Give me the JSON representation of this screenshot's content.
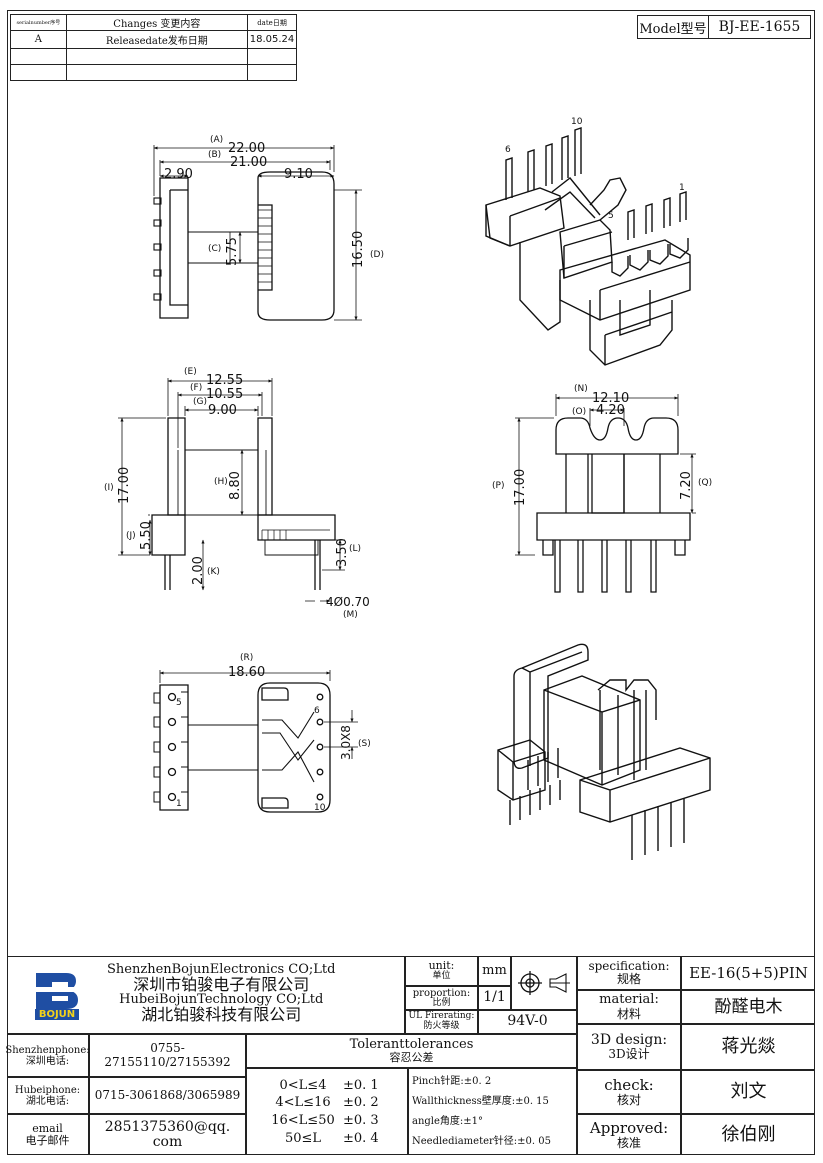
{
  "revision_table": {
    "headers": [
      "serialnumber序号",
      "Changes 变更内容",
      "date日期"
    ],
    "rows": [
      {
        "serial": "A",
        "change": "Releasedate发布日期",
        "date": "18.05.24"
      },
      {
        "serial": "",
        "change": "",
        "date": ""
      },
      {
        "serial": "",
        "change": "",
        "date": ""
      }
    ]
  },
  "model": {
    "label": "Model型号",
    "value": "BJ-EE-1655"
  },
  "top_view": {
    "A_tag": "(A)",
    "A_val": "22.00",
    "B_tag": "(B)",
    "B_val": "21.00",
    "left_val": "2.90",
    "right_val": "9.10",
    "C_tag": "(C)",
    "C_val": "5.75",
    "D_val": "16.50",
    "D_tag": "(D)"
  },
  "side_view": {
    "E_tag": "(E)",
    "E_val": "12.55",
    "F_tag": "(F)",
    "F_val": "10.55",
    "G_tag": "(G)",
    "G_val": "9.00",
    "H_tag": "(H)",
    "H_val": "8.80",
    "I_tag": "(I)",
    "I_val": "17.00",
    "J_tag": "(J)",
    "J_val": "5.50",
    "K_val": "2.00",
    "K_tag": "(K)",
    "L_val": "3.50",
    "L_tag": "(L)",
    "M_val": "4Ø0.70",
    "M_tag": "(M)"
  },
  "front_view": {
    "N_tag": "(N)",
    "N_val": "12.10",
    "O_tag": "(O)",
    "O_val": "4.20",
    "P_tag": "(P)",
    "P_val": "17.00",
    "Q_val": "7.20",
    "Q_tag": "(Q)"
  },
  "bottom_view": {
    "R_tag": "(R)",
    "R_val": "18.60",
    "S_val": "3.0X8",
    "S_tag": "(S)",
    "pin_5": "5",
    "pin_6": "6",
    "pin_10": "10",
    "pin_1": "1"
  },
  "iso_pins": {
    "p6": "6",
    "p10": "10",
    "p5": "5",
    "p1": "1"
  },
  "company": {
    "name_en_1": "ShenzhenBojunElectronics CO;Ltd",
    "name_cn_1": "深圳市铂骏电子有限公司",
    "name_en_2": "HubeiBojunTechnology CO;Ltd",
    "name_cn_2": "湖北铂骏科技有限公司",
    "logo_text": "BOJUN"
  },
  "unit": {
    "label": "unit:",
    "label_cn": "单位",
    "value": "mm"
  },
  "proportion": {
    "label": "proportion:",
    "label_cn": "比例",
    "value": "1/1"
  },
  "firerating": {
    "label": "UL Firerating:",
    "label_cn": "防火等级",
    "value": "94V-0"
  },
  "specification": {
    "label": "specification:",
    "label_cn": "规格",
    "value": "EE-16(5+5)PIN"
  },
  "material": {
    "label": "material:",
    "label_cn": "材料",
    "value": "酚醛电木"
  },
  "design": {
    "label": "3D design:",
    "label_cn": "3D设计",
    "value": "蒋光燚"
  },
  "check": {
    "label": "check:",
    "label_cn": "核对",
    "value": "刘文"
  },
  "approved": {
    "label": "Approved:",
    "label_cn": "核准",
    "value": "徐伯刚"
  },
  "contacts": {
    "shenzhen_label": "Shenzhenphone:",
    "shenzhen_label_cn": "深圳电话:",
    "shenzhen_value": "0755-27155110/27155392",
    "hubei_label": "Hubeiphone:",
    "hubei_label_cn": "湖北电话:",
    "hubei_value": "0715-3061868/3065989",
    "email_label": "email",
    "email_label_cn": "电子邮件",
    "email_value": "2851375360@qq. com"
  },
  "tolerances": {
    "title": "Toleranttolerances",
    "title_cn": "容忍公差",
    "ranges": [
      {
        "range": "0<L≤4",
        "tol": "±0. 1"
      },
      {
        "range": "4<L≤16",
        "tol": "±0. 2"
      },
      {
        "range": "16<L≤50",
        "tol": "±0. 3"
      },
      {
        "range": "50≤L",
        "tol": "±0. 4"
      }
    ],
    "notes": [
      "Pinch针距:±0. 2",
      "Wallthickness壁厚度:±0. 15",
      "angle角度:±1°",
      "Needlediameter针径:±0. 05"
    ]
  }
}
